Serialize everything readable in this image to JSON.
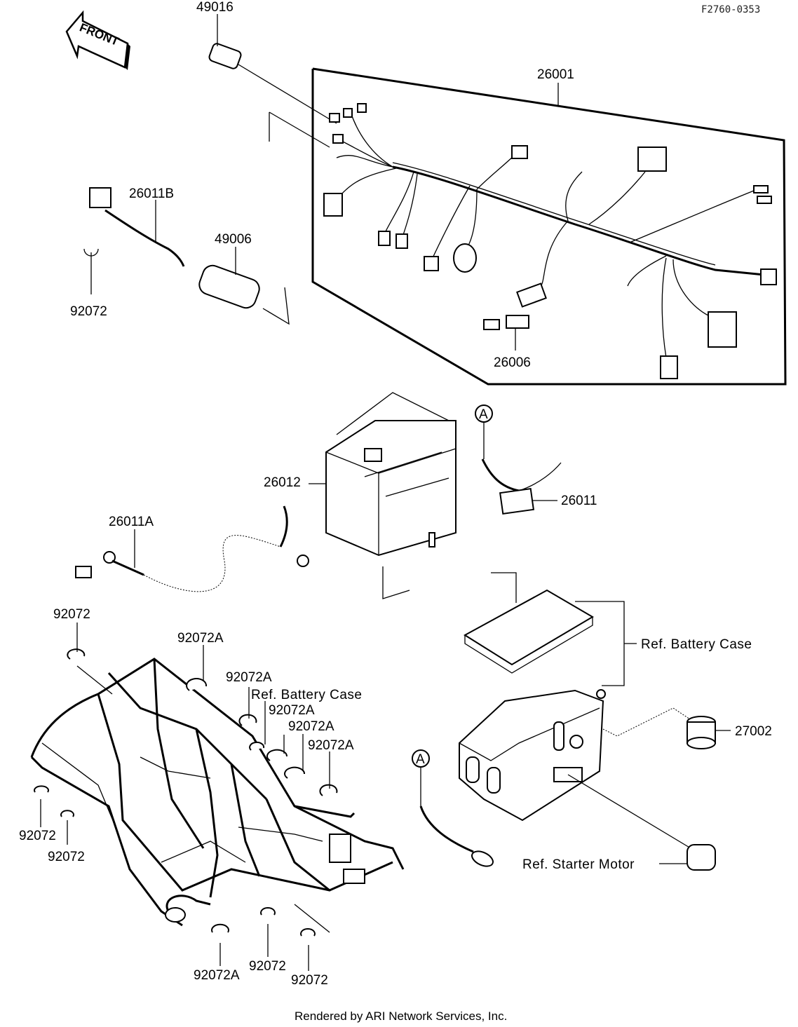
{
  "sheet_code": "F2760-0353",
  "front_label": "FRONT",
  "footer": "Rendered by ARI Network Services, Inc.",
  "parts": {
    "p49016": "49016",
    "p26001": "26001",
    "p26011b": "26011B",
    "p49006": "49006",
    "p92072_top": "92072",
    "p26006": "26006",
    "p26012": "26012",
    "p26011": "26011",
    "p26011a": "26011A",
    "p27002": "27002",
    "frame_92072_a": "92072",
    "frame_92072a_1": "92072A",
    "frame_92072a_2": "92072A",
    "frame_92072a_3": "92072A",
    "frame_92072a_4": "92072A",
    "frame_92072a_5": "92072A",
    "frame_92072_left1": "92072",
    "frame_92072_left2": "92072",
    "frame_92072a_bottom": "92072A",
    "frame_92072_bottom1": "92072",
    "frame_92072_bottom2": "92072"
  },
  "refs": {
    "battery_case_right": "Ref. Battery Case",
    "battery_case_frame": "Ref. Battery Case",
    "starter_motor": "Ref. Starter Motor"
  },
  "callouts": {
    "a_upper": "A",
    "a_lower": "A"
  }
}
